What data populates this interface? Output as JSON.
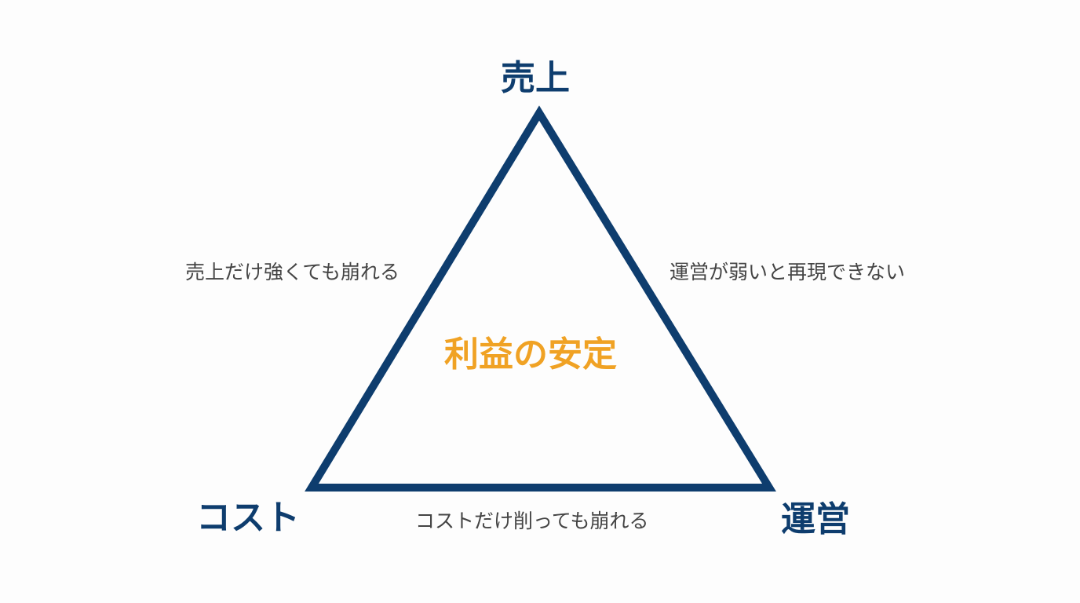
{
  "diagram": {
    "vertices": {
      "top": "売上",
      "bottom_left": "コスト",
      "bottom_right": "運営"
    },
    "edges": {
      "left": "売上だけ強くても崩れる",
      "right": "運営が弱いと再現できない",
      "bottom": "コストだけ削っても崩れる"
    },
    "center": "利益の安定",
    "colors": {
      "primary": "#0e3d6e",
      "accent": "#f0a224",
      "text": "#444444"
    }
  }
}
